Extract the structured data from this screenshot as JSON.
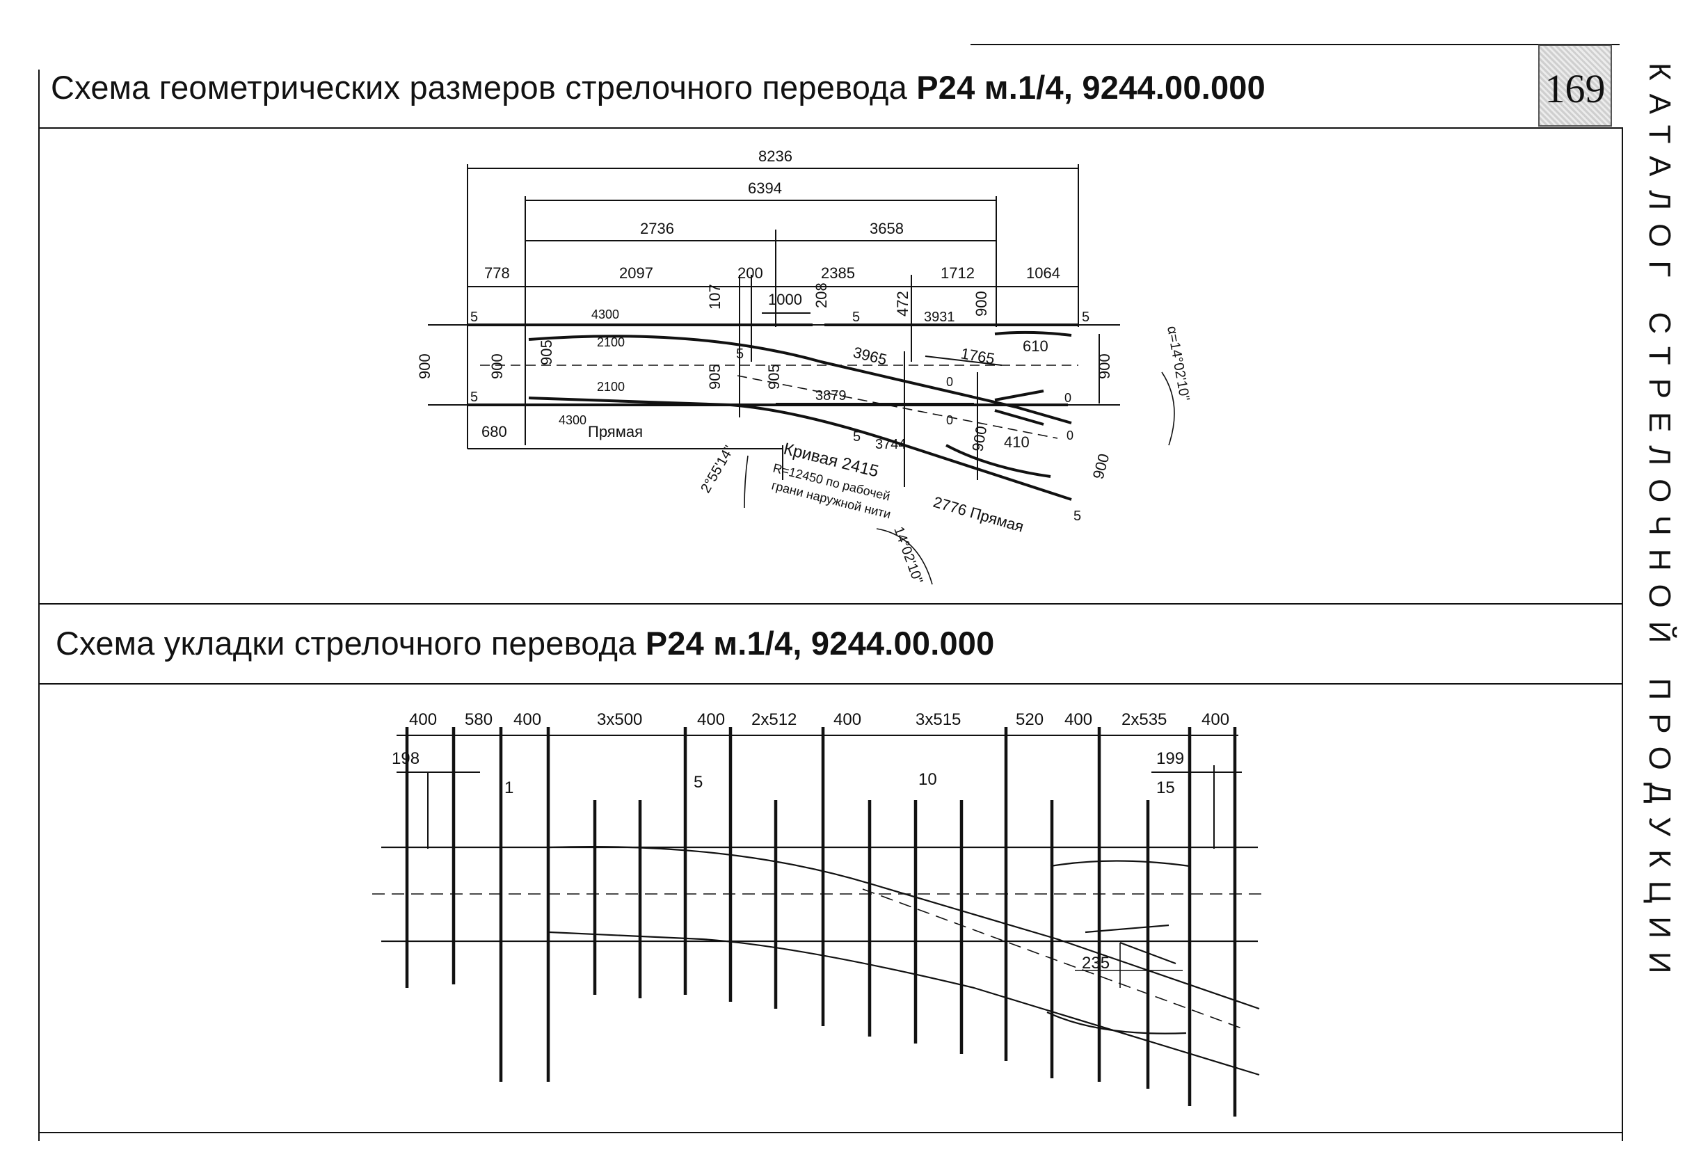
{
  "header": {
    "title1_prefix": "Схема геометрических размеров стрелочного перевода ",
    "title1_bold": "Р24 м.1/4, 9244.00.000",
    "title2_prefix": "Схема укладки стрелочного перевода ",
    "title2_bold": "Р24 м.1/4, 9244.00.000",
    "page_number": "169",
    "side_caption": "КАТАЛОГ СТРЕЛОЧНОЙ ПРОДУКЦИИ"
  },
  "geometry": {
    "dim_total": "8236",
    "dim_6394": "6394",
    "dim_2736": "2736",
    "dim_3658": "3658",
    "dims_row": [
      "778",
      "2097",
      "200",
      "2385",
      "1712",
      "1064"
    ],
    "d107": "107",
    "d208": "208",
    "d472": "472",
    "d900a": "900",
    "d1000": "1000",
    "d4300a": "4300",
    "d4300b": "4300",
    "d3931": "3931",
    "d2100a": "2100",
    "d2100b": "2100",
    "d905a": "905",
    "d905b": "905",
    "d905c": "905",
    "d900b": "900",
    "d900c": "900",
    "d900r": "900",
    "d900e": "900",
    "d900f": "900",
    "d3965": "3965",
    "d1765": "1765",
    "d610": "610",
    "d3879": "3879",
    "d3744": "3744",
    "d680": "680",
    "straight1": "Прямая",
    "curve": "Кривая 2415",
    "radius_line1": "R=12450 по рабочей",
    "radius_line2": "грани наружной нити",
    "straight2": "2776 Прямая",
    "d410": "410",
    "angle_alpha": "α=14°02'10\"",
    "angle_255": "2°55'14\"",
    "angle_14": "14°02'10\"",
    "j5": "5",
    "z0": "0"
  },
  "layout_scheme": {
    "spacings": [
      "400",
      "580",
      "400",
      "3x500",
      "400",
      "2x512",
      "400",
      "3x515",
      "520",
      "400",
      "2x535",
      "400"
    ],
    "d198": "198",
    "d199": "199",
    "sleeper_numbers": [
      "1",
      "5",
      "10",
      "15"
    ],
    "d235": "235"
  }
}
